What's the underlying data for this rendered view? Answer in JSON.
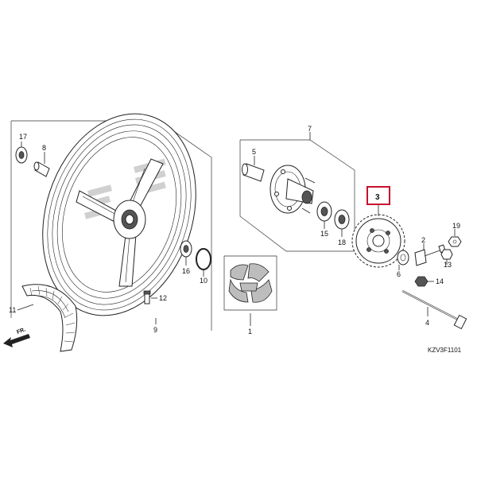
{
  "diagram": {
    "parts": [
      {
        "id": "p17",
        "label": "17"
      },
      {
        "id": "p8",
        "label": "8"
      },
      {
        "id": "p7",
        "label": "7"
      },
      {
        "id": "p5",
        "label": "5"
      },
      {
        "id": "p3",
        "label": "3"
      },
      {
        "id": "p19",
        "label": "19"
      },
      {
        "id": "p2",
        "label": "2"
      },
      {
        "id": "p15",
        "label": "15"
      },
      {
        "id": "p18",
        "label": "18"
      },
      {
        "id": "p13",
        "label": "13"
      },
      {
        "id": "p6",
        "label": "6"
      },
      {
        "id": "p16",
        "label": "16"
      },
      {
        "id": "p10",
        "label": "10"
      },
      {
        "id": "p14",
        "label": "14"
      },
      {
        "id": "p12",
        "label": "12"
      },
      {
        "id": "p11",
        "label": "11"
      },
      {
        "id": "p9",
        "label": "9"
      },
      {
        "id": "p1",
        "label": "1"
      },
      {
        "id": "p4",
        "label": "4"
      }
    ],
    "highlight_color": "#c8102e",
    "direction_label": "FR.",
    "diagram_code": "KZV3F1101"
  }
}
